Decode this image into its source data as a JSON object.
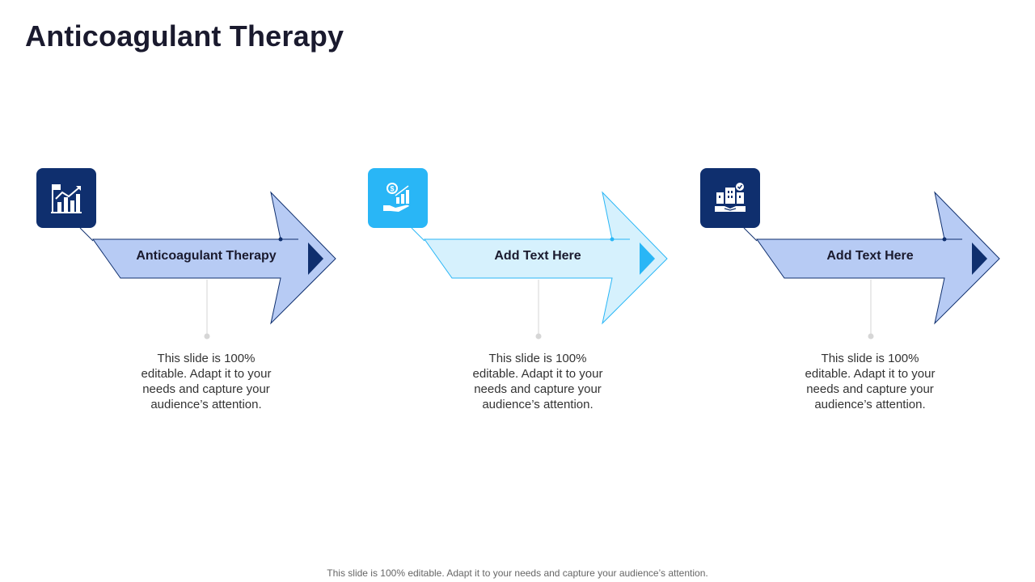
{
  "title": "Anticoagulant Therapy",
  "steps": [
    {
      "label": "Anticoagulant Therapy",
      "description": "This slide is 100% editable. Adapt it to your needs and capture your audience’s attention.",
      "icon": "chart-growth-icon",
      "colors": {
        "icon_bg": "#0f2f6e",
        "arrow_fill": "#b7cbf4",
        "arrow_stroke": "#0f2f6e",
        "tip": "#0f2f6e"
      }
    },
    {
      "label": "Add  Text Here",
      "description": "This slide is 100% editable. Adapt it to your needs and capture your audience’s attention.",
      "icon": "hand-money-growth-icon",
      "colors": {
        "icon_bg": "#29b6f6",
        "arrow_fill": "#d6f1fd",
        "arrow_stroke": "#29b6f6",
        "tip": "#29b6f6"
      }
    },
    {
      "label": "Add  Text Here",
      "description": "This slide is 100% editable. Adapt it to your needs and capture your audience’s attention.",
      "icon": "building-handshake-icon",
      "colors": {
        "icon_bg": "#0f2f6e",
        "arrow_fill": "#b7cbf4",
        "arrow_stroke": "#0f2f6e",
        "tip": "#0f2f6e"
      }
    }
  ],
  "footer": "This slide is 100% editable. Adapt it to your needs and capture your audience’s attention."
}
